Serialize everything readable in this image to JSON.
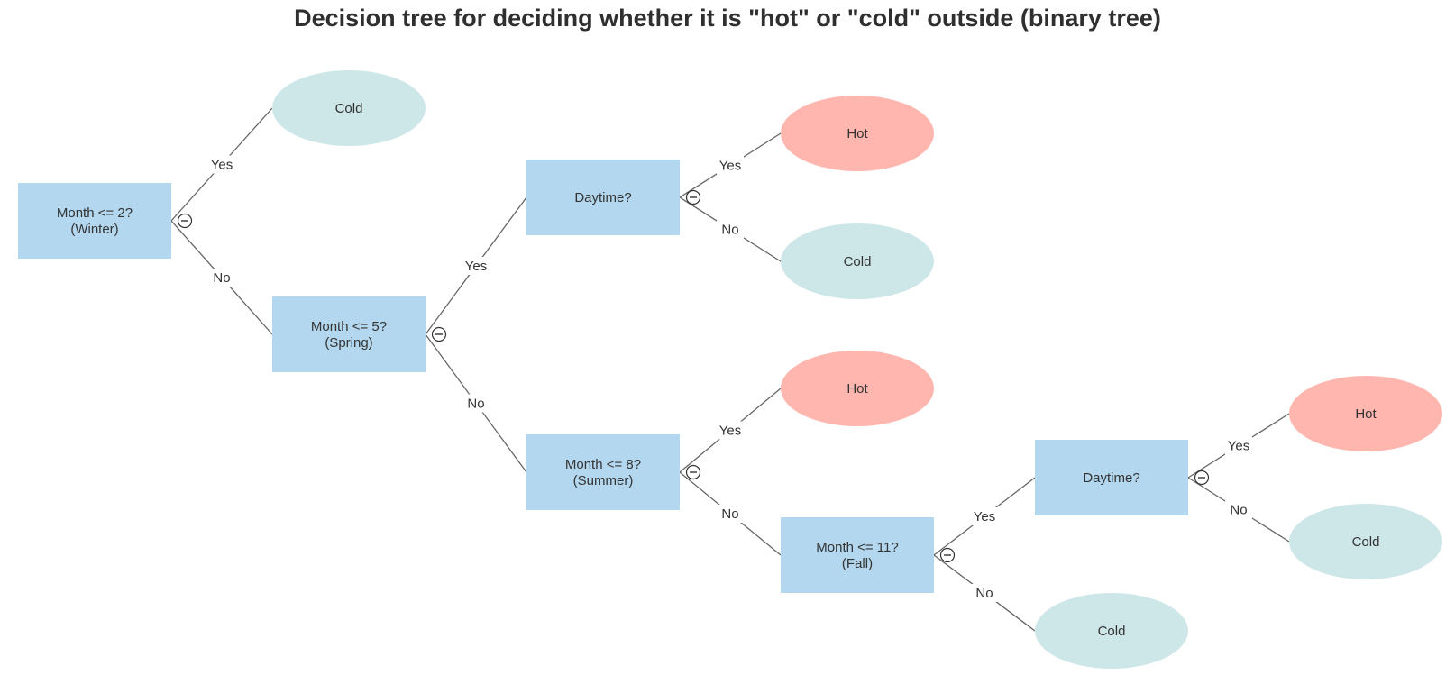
{
  "title": "Decision tree for deciding whether it is \"hot\" or \"cold\" outside (binary tree)",
  "colors": {
    "decision": "#b3d7ee",
    "hot": "#ffb6af",
    "cold": "#cde6e8",
    "edge": "#666666",
    "text": "#333333"
  },
  "icons": {
    "collapse": "collapse-minus-icon"
  },
  "nodes": [
    {
      "id": "winter",
      "type": "decision",
      "lines": [
        "Month <= 2?",
        "(Winter)"
      ],
      "collapsible": true
    },
    {
      "id": "winter-yes",
      "type": "cold",
      "lines": [
        "Cold"
      ]
    },
    {
      "id": "spring",
      "type": "decision",
      "lines": [
        "Month <= 5?",
        "(Spring)"
      ],
      "collapsible": true
    },
    {
      "id": "daytime-spring",
      "type": "decision",
      "lines": [
        "Daytime?"
      ],
      "collapsible": true
    },
    {
      "id": "spring-day-yes",
      "type": "hot",
      "lines": [
        "Hot"
      ]
    },
    {
      "id": "spring-day-no",
      "type": "cold",
      "lines": [
        "Cold"
      ]
    },
    {
      "id": "summer",
      "type": "decision",
      "lines": [
        "Month <= 8?",
        "(Summer)"
      ],
      "collapsible": true
    },
    {
      "id": "summer-yes",
      "type": "hot",
      "lines": [
        "Hot"
      ]
    },
    {
      "id": "fall",
      "type": "decision",
      "lines": [
        "Month <= 11?",
        "(Fall)"
      ],
      "collapsible": true
    },
    {
      "id": "daytime-fall",
      "type": "decision",
      "lines": [
        "Daytime?"
      ],
      "collapsible": true
    },
    {
      "id": "fall-day-yes",
      "type": "hot",
      "lines": [
        "Hot"
      ]
    },
    {
      "id": "fall-day-no",
      "type": "cold",
      "lines": [
        "Cold"
      ]
    },
    {
      "id": "fall-no",
      "type": "cold",
      "lines": [
        "Cold"
      ]
    }
  ],
  "edges": [
    {
      "from": "winter",
      "to": "winter-yes",
      "label": "Yes"
    },
    {
      "from": "winter",
      "to": "spring",
      "label": "No"
    },
    {
      "from": "spring",
      "to": "daytime-spring",
      "label": "Yes"
    },
    {
      "from": "spring",
      "to": "summer",
      "label": "No"
    },
    {
      "from": "daytime-spring",
      "to": "spring-day-yes",
      "label": "Yes"
    },
    {
      "from": "daytime-spring",
      "to": "spring-day-no",
      "label": "No"
    },
    {
      "from": "summer",
      "to": "summer-yes",
      "label": "Yes"
    },
    {
      "from": "summer",
      "to": "fall",
      "label": "No"
    },
    {
      "from": "fall",
      "to": "daytime-fall",
      "label": "Yes"
    },
    {
      "from": "fall",
      "to": "fall-no",
      "label": "No"
    },
    {
      "from": "daytime-fall",
      "to": "fall-day-yes",
      "label": "Yes"
    },
    {
      "from": "daytime-fall",
      "to": "fall-day-no",
      "label": "No"
    }
  ]
}
